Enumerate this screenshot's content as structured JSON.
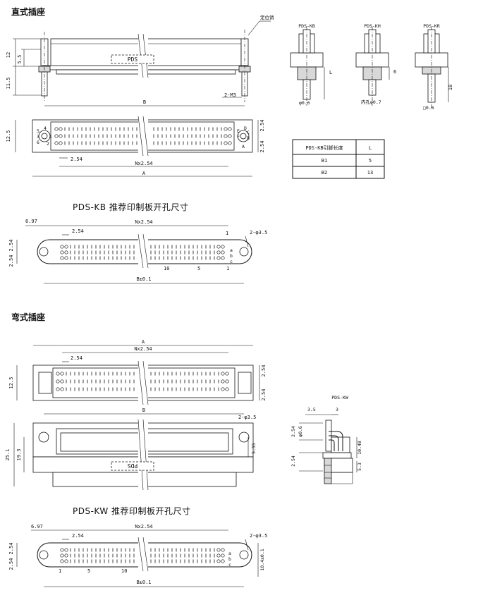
{
  "sections": {
    "straight": "直式插座",
    "right_angle": "弯式插座"
  },
  "subtitles": {
    "kb_pcb": "PDS-KB  推荐印制板开孔尺寸",
    "kw_pcb": "PDS-KW  推荐印制板开孔尺寸"
  },
  "top_side": {
    "locating_pin": "定位销",
    "brand": "PDS",
    "dims": {
      "h12": "12",
      "h5_5": "5.5",
      "h11_5": "11.5",
      "b": "B",
      "screw": "2-M3"
    }
  },
  "top_plan": {
    "dims": {
      "h12_5": "12.5",
      "p2_54a": "2.54",
      "p2_54b": "2.54",
      "p2_54c": "2.54",
      "nx": "Nx2.54",
      "a": "A"
    },
    "left_labels": [
      "5",
      "3",
      "6",
      "4",
      "2",
      "1"
    ],
    "right_labels": [
      "D",
      "C",
      "B",
      "A",
      "F",
      "E"
    ]
  },
  "variants": {
    "kb": {
      "title": "PDS-KB",
      "dim": "φ0.6",
      "len": "L"
    },
    "kh": {
      "title": "PDS-KH",
      "dim": "内孔φ0.7",
      "len": "6"
    },
    "kr": {
      "title": "PDS-KR",
      "dim": "□0.6",
      "len": "18"
    }
  },
  "pin_table": {
    "headers": [
      "PDS-KB引脚长度",
      "L"
    ],
    "rows": [
      [
        "B1",
        "5"
      ],
      [
        "B2",
        "13"
      ]
    ]
  },
  "kb_pcb": {
    "dims": {
      "d697": "6.97",
      "nx": "Nx2.54",
      "p254": "2.54",
      "holes": "2-φ3.5",
      "v1": "2.54",
      "v2": "2.54",
      "b": "B±0.1",
      "one": "1"
    },
    "row_labels": [
      "a",
      "b",
      "c"
    ],
    "pin_numbers": [
      "10",
      "5",
      "1"
    ]
  },
  "ra_plan": {
    "dims": {
      "a": "A",
      "nx": "Nx2.54",
      "p254": "2.54",
      "h12_5": "12.5",
      "v1": "2.54",
      "v2": "2.54"
    }
  },
  "ra_front": {
    "brand": "PDS",
    "dims": {
      "b": "B",
      "holes": "2-φ3.5",
      "h25_1": "25.1",
      "h19_3": "19.3",
      "h5_55": "5.55"
    }
  },
  "kw_side": {
    "title": "PDS-KW",
    "dims": {
      "d3_5": "3.5",
      "d3": "3",
      "p254a": "2.54",
      "phi06": "φ0.6",
      "p254b": "2.54",
      "h10_48": "10.48",
      "h5_3": "5.3"
    }
  },
  "kw_pcb": {
    "dims": {
      "d697": "6.97",
      "nx": "Nx2.54",
      "p254": "2.54",
      "holes": "2-φ3.5",
      "v1": "2.54",
      "v2": "2.54",
      "h10_4": "10.4±0.1",
      "b": "B±0.1"
    },
    "row_labels": [
      "a",
      "b",
      "c"
    ],
    "pin_numbers": [
      "1",
      "5",
      "10"
    ]
  }
}
